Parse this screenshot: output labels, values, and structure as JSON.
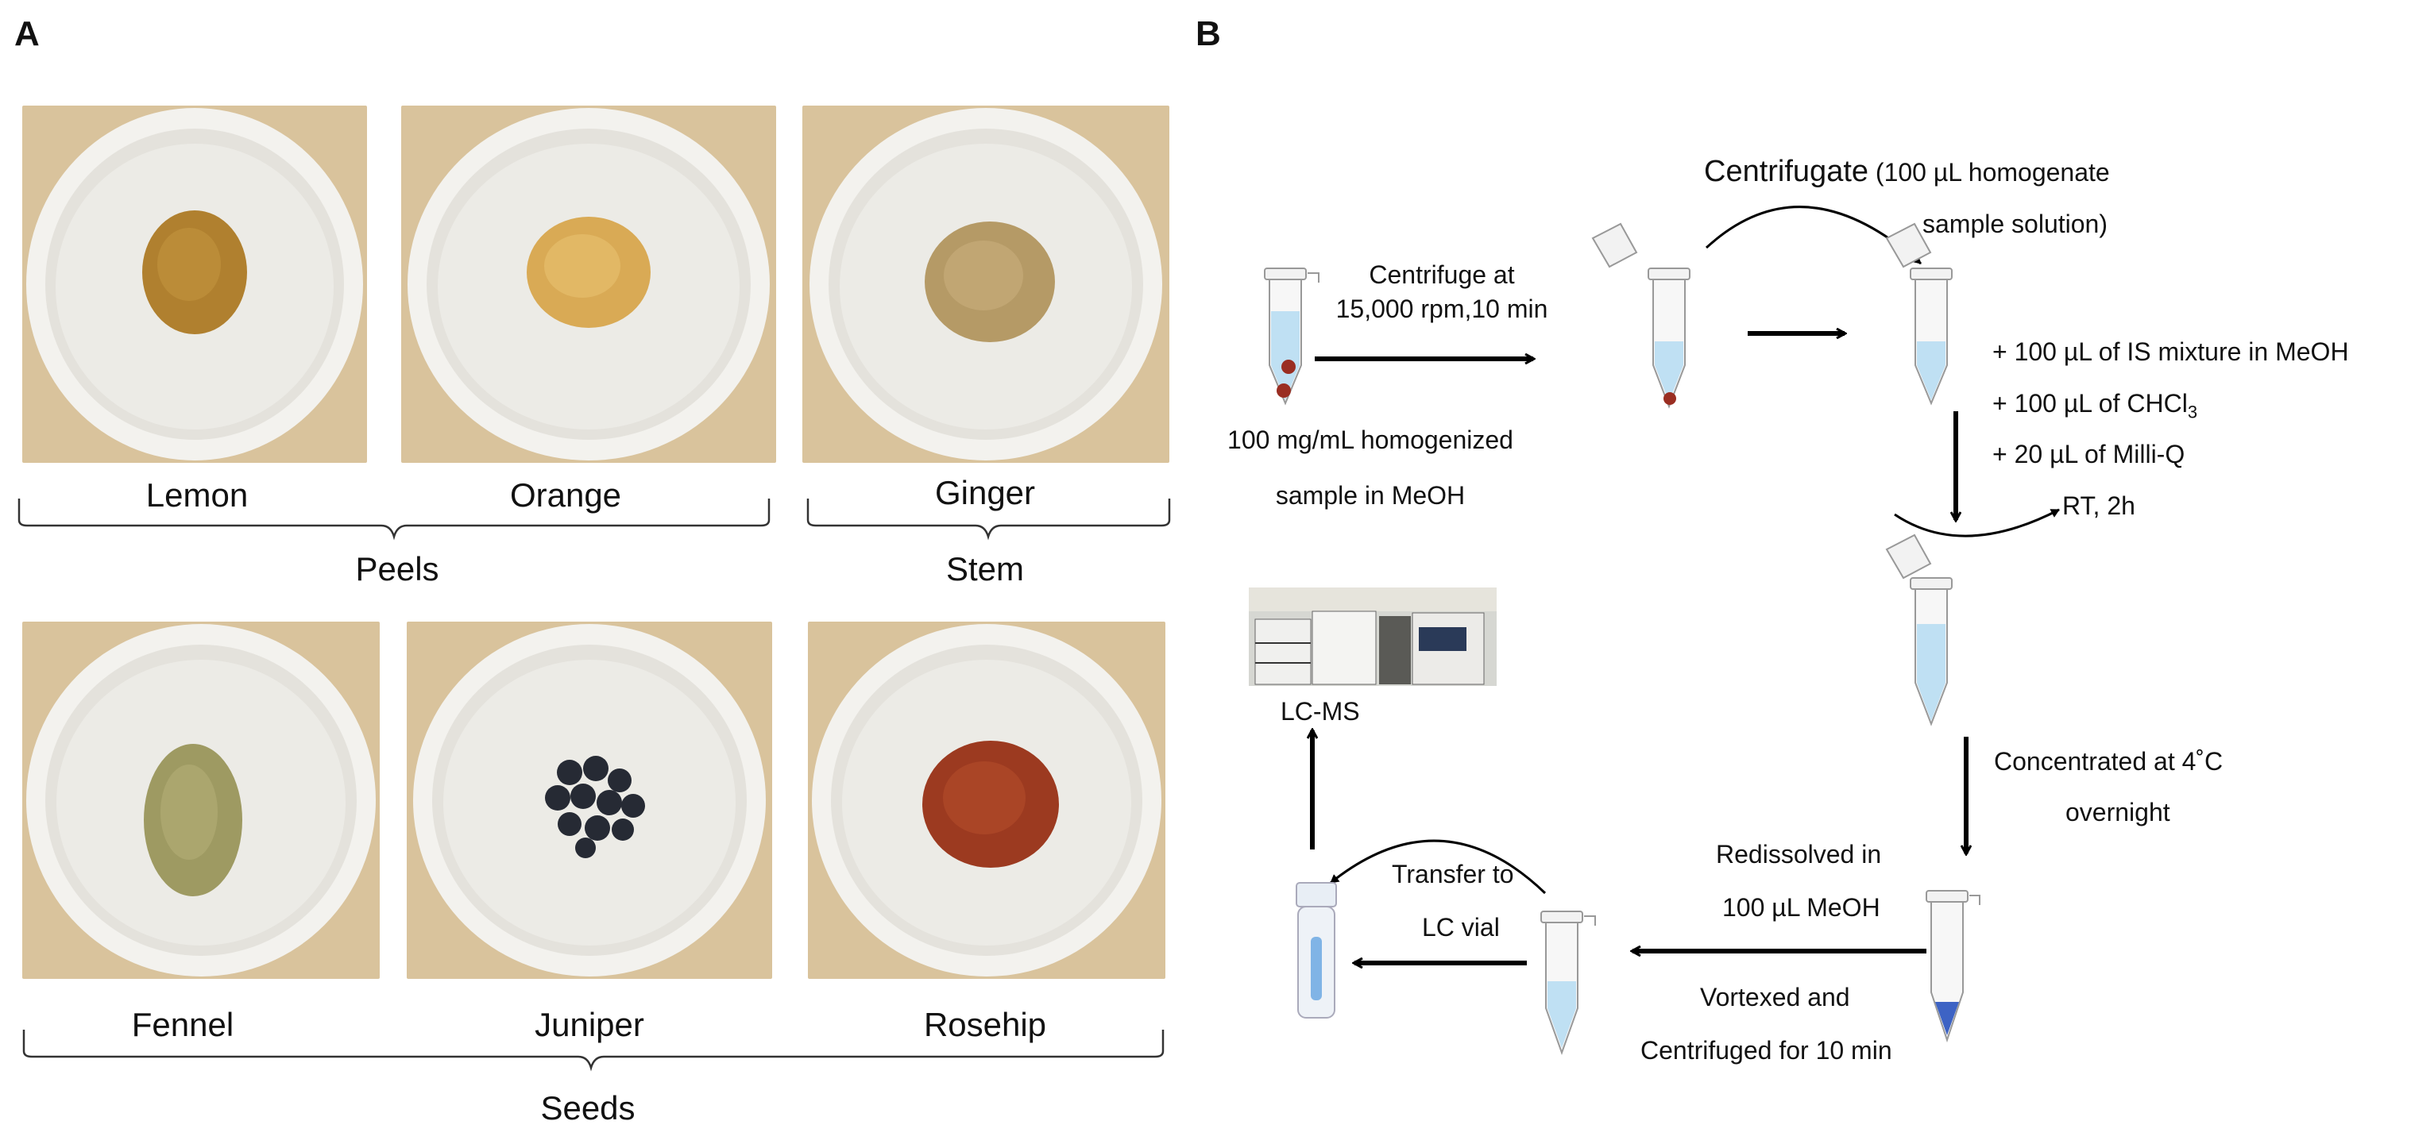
{
  "panel_a": {
    "letter": "A",
    "samples": {
      "lemon": "Lemon",
      "orange": "Orange",
      "ginger": "Ginger",
      "fennel": "Fennel",
      "juniper": "Juniper",
      "rosehip": "Rosehip"
    },
    "groups": {
      "peels": "Peels",
      "stem": "Stem",
      "seeds": "Seeds"
    },
    "colors": {
      "background_tan": "#d9c39c",
      "mortar_white": "#eceae4",
      "lemon_powder": "#b0802f",
      "orange_powder": "#d9aa55",
      "ginger_powder": "#b59a66",
      "fennel_powder": "#9e9a62",
      "juniper_berries": "#262a34",
      "rosehip_powder": "#9c3a20"
    }
  },
  "panel_b": {
    "letter": "B",
    "steps": {
      "centrifuge_line1": "Centrifuge at",
      "centrifuge_line2": "15,000 rpm,10 min",
      "sample_line1": "100 mg/mL homogenized",
      "sample_line2": "sample in MeOH",
      "centrifugate_bold": "Centrifugate",
      "centrifugate_rest": "(100 µL homogenate",
      "centrifugate_line2": "sample solution)",
      "add_is": "+ 100 µL of IS mixture in MeOH",
      "add_chcl3_prefix": "+ 100 µL of CHCl",
      "add_chcl3_sub": "3",
      "add_milliq": "+ 20 µL of Milli-Q",
      "rt": "RT, 2h",
      "concentrated_line1": "Concentrated at 4˚C",
      "concentrated_line2": "overnight",
      "redissolved_line1": "Redissolved in",
      "redissolved_line2": "100 µL MeOH",
      "vortexed_line1": "Vortexed and",
      "vortexed_line2": "Centrifuged for 10 min",
      "transfer_line1": "Transfer to",
      "transfer_line2": "LC vial",
      "lcms": "LC-MS"
    },
    "colors": {
      "liquid_blue": "#bfe0f3",
      "pellet_red": "#9a2e22",
      "residue_blue": "#3d63c4",
      "vial_blue": "#5b9fe0"
    }
  }
}
